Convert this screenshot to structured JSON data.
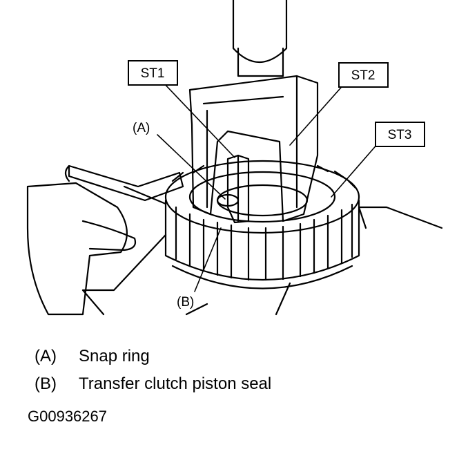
{
  "callouts": {
    "st1": "ST1",
    "st2": "ST2",
    "st3": "ST3",
    "a": "(A)",
    "b": "(B)"
  },
  "legend": [
    {
      "key": "(A)",
      "text": "Snap ring"
    },
    {
      "key": "(B)",
      "text": "Transfer clutch piston seal"
    }
  ],
  "figure_id": "G00936267"
}
